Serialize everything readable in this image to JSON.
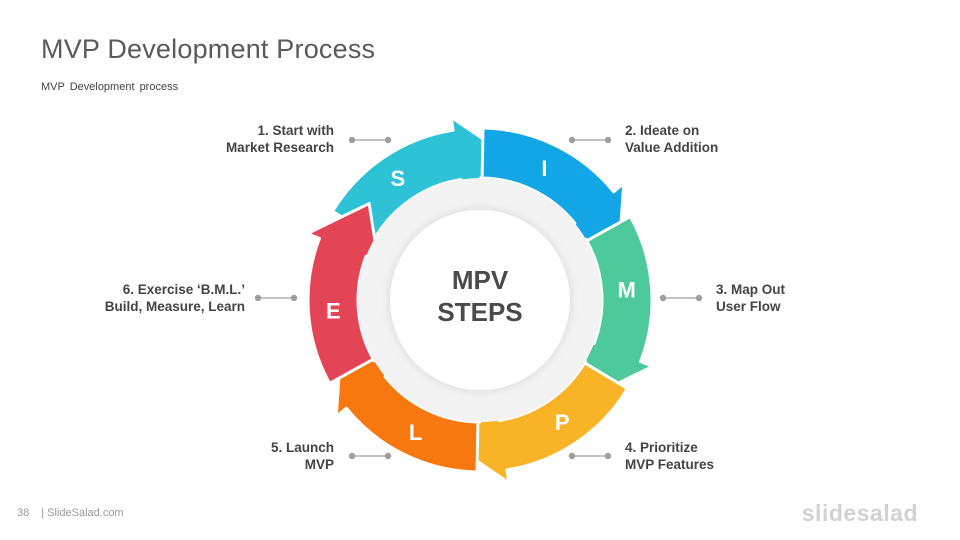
{
  "header": {
    "title": "MVP Development Process",
    "subtitle": "MVP Development process"
  },
  "center": {
    "line1": "MPV",
    "line2": "STEPS"
  },
  "steps": [
    {
      "letter": "S",
      "line1": "1. Start with",
      "line2": "Market Research",
      "color": "#2dc2d6"
    },
    {
      "letter": "I",
      "line1": "2. Ideate on",
      "line2": "Value Addition",
      "color": "#12a6e6"
    },
    {
      "letter": "M",
      "line1": "3. Map Out",
      "line2": "User Flow",
      "color": "#4ec99b"
    },
    {
      "letter": "P",
      "line1": "4. Prioritize",
      "line2": "MVP Features",
      "color": "#f9b327"
    },
    {
      "letter": "L",
      "line1": "5. Launch",
      "line2": "MVP",
      "color": "#f7780e"
    },
    {
      "letter": "E",
      "line1": "6. Exercise ‘B.M.L.’",
      "line2": "Build, Measure, Learn",
      "color": "#e34557"
    }
  ],
  "footer": {
    "page_number": "38",
    "source": "| SlideSalad.com",
    "logo": "slidesalad"
  }
}
